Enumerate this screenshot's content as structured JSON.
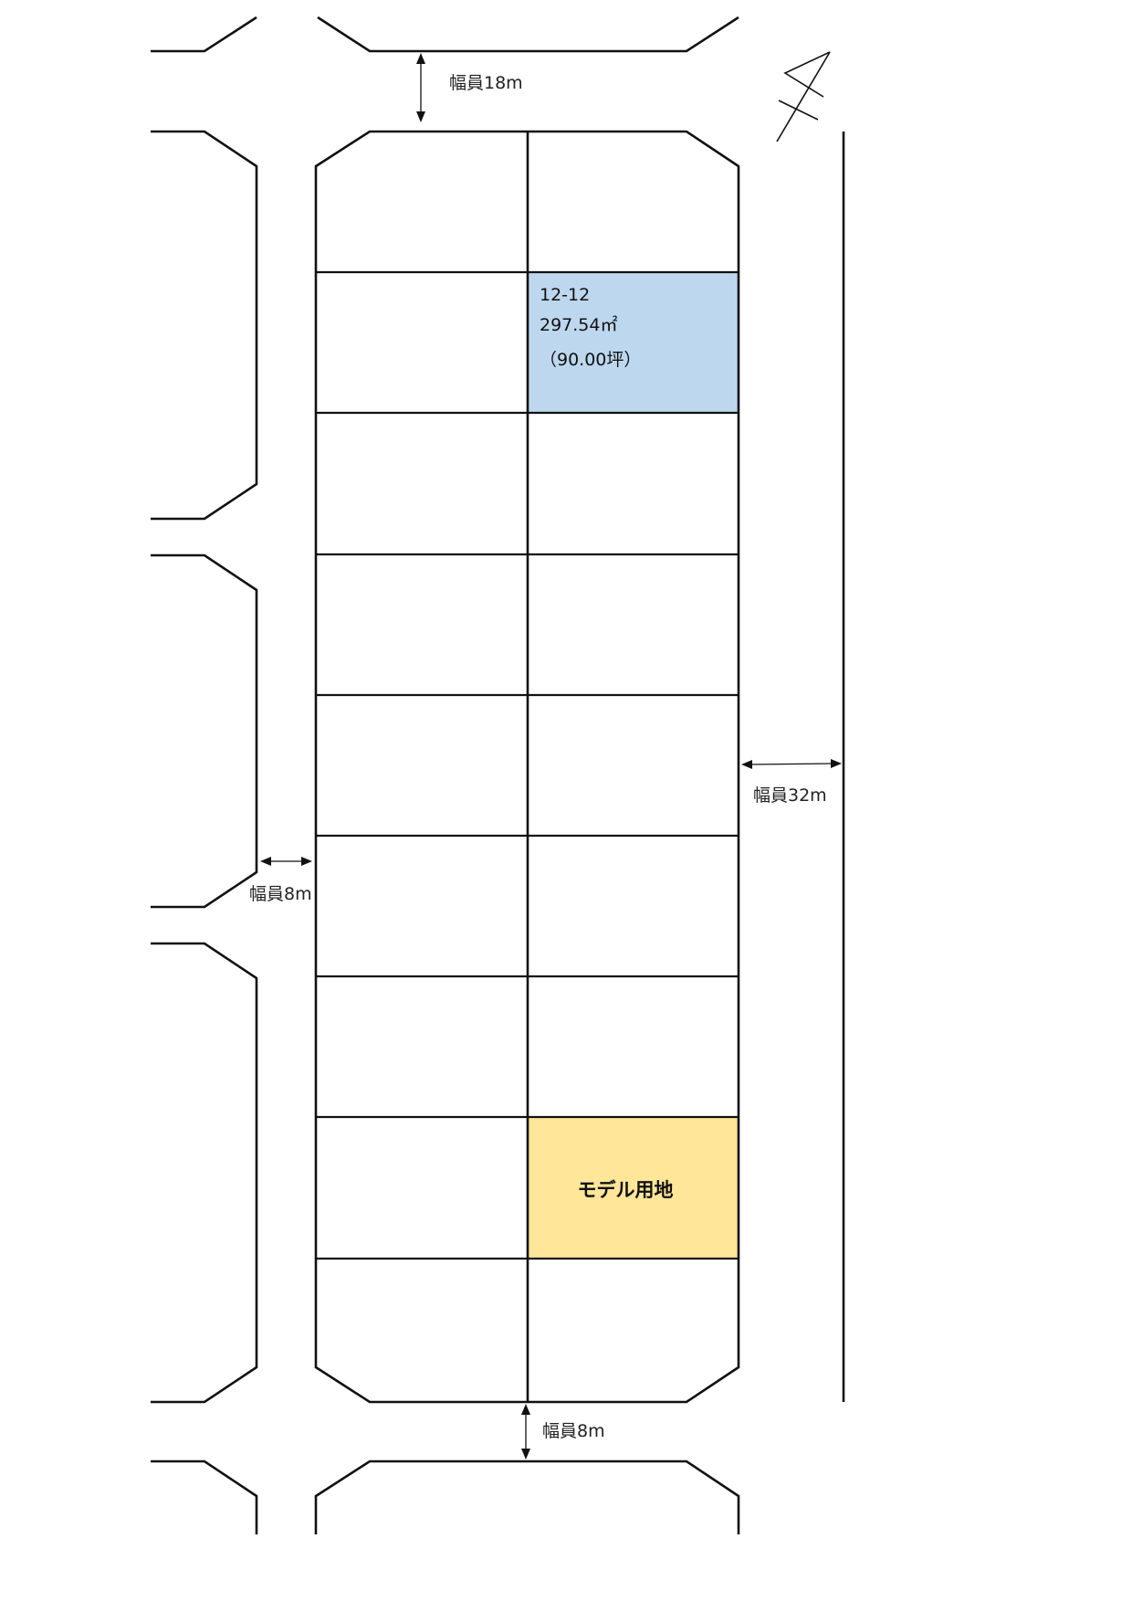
{
  "roads": {
    "north": {
      "width_label": "幅員18m"
    },
    "east": {
      "width_label": "幅員32m"
    },
    "west": {
      "width_label": "幅員8m"
    },
    "south": {
      "width_label": "幅員8m"
    }
  },
  "highlighted_lot": {
    "number": "12-12",
    "area": "297.54㎡",
    "tsubo": "（90.00坪）",
    "color": "#bdd7ee"
  },
  "model_lot": {
    "label": "モデル用地",
    "color": "#ffe699"
  },
  "compass": {
    "icon": "north-arrow-icon"
  }
}
